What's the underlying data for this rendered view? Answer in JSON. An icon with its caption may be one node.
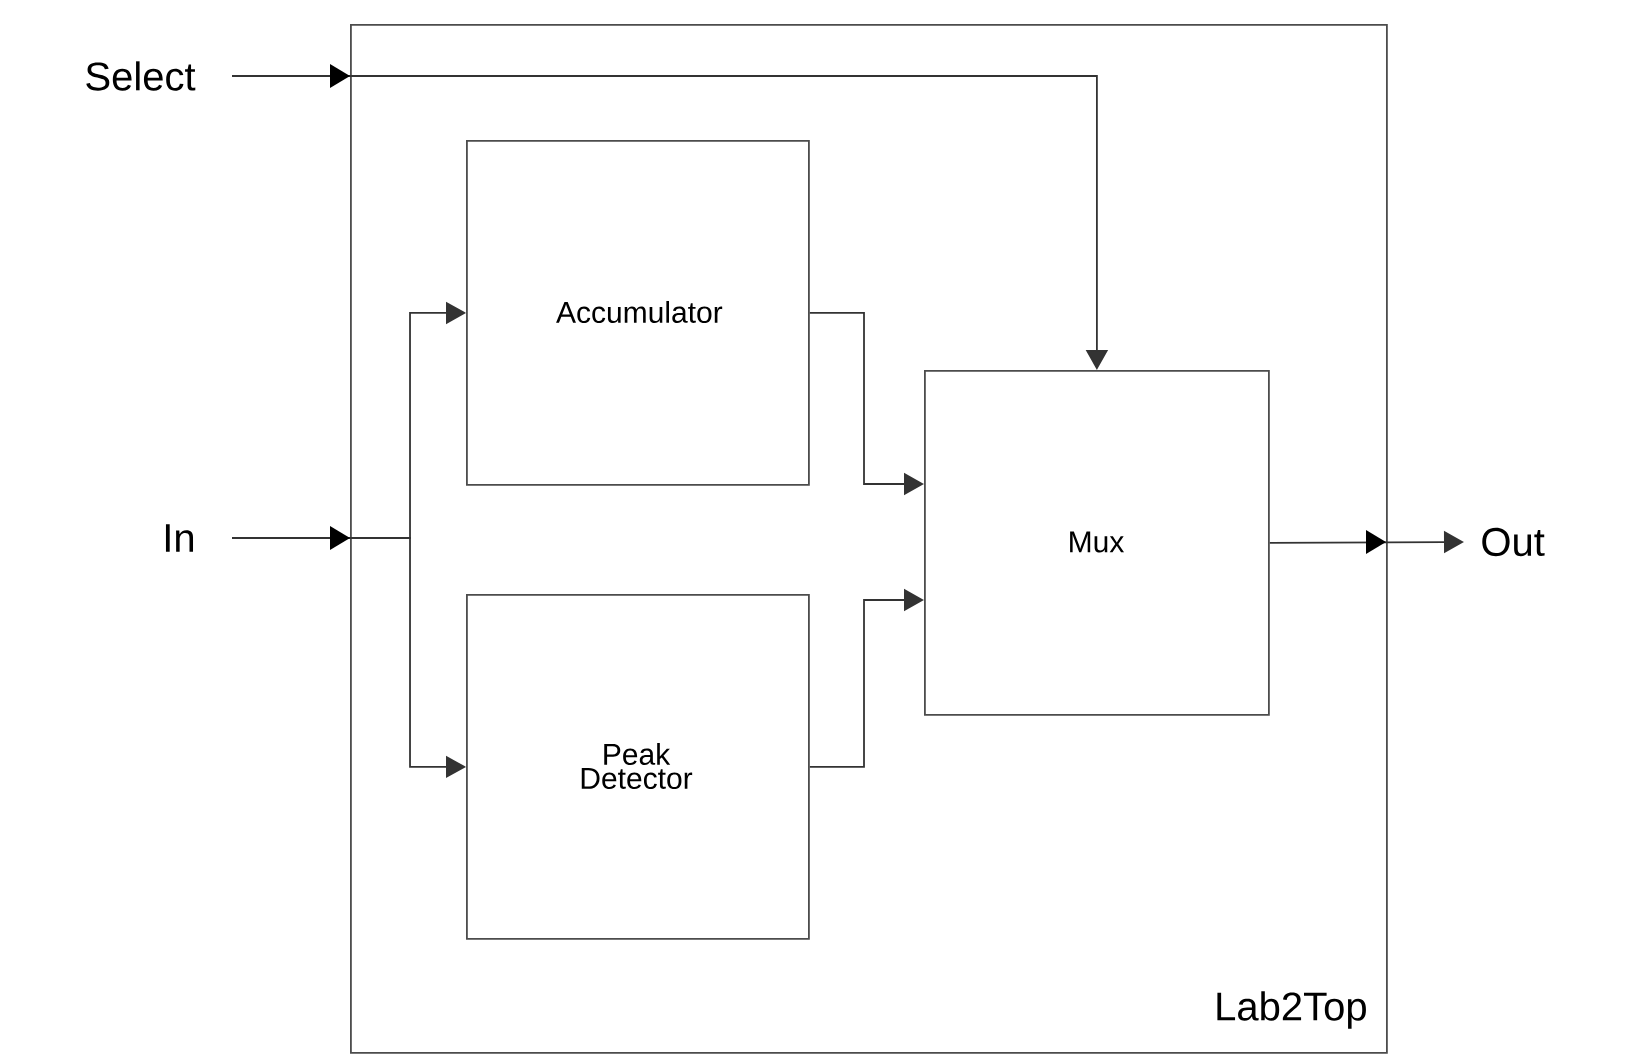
{
  "diagram": {
    "nodes": [
      {
        "text": [
          "Lab2Top"
        ]
      },
      {
        "text": [
          "Accumulator"
        ],
        "in": 0
      },
      {
        "text": [
          "Peak Detector"
        ],
        "in": 0
      },
      {
        "text": [
          "Mux"
        ],
        "in": 0
      },
      {
        "text": [
          "Select"
        ]
      },
      {
        "text": [
          "In"
        ]
      },
      {
        "text": [
          "Out"
        ]
      }
    ],
    "edges": [
      {
        "from": 4,
        "to": 3,
        "arrow": "to"
      },
      {
        "from": 5,
        "to": 1,
        "arrow": "to"
      },
      {
        "from": 5,
        "to": 2,
        "arrow": "to"
      },
      {
        "from": 1,
        "to": 3,
        "arrow": "to"
      },
      {
        "from": 2,
        "to": 3,
        "arrow": "to"
      },
      {
        "from": 3,
        "to": 6,
        "arrow": "to"
      }
    ]
  }
}
